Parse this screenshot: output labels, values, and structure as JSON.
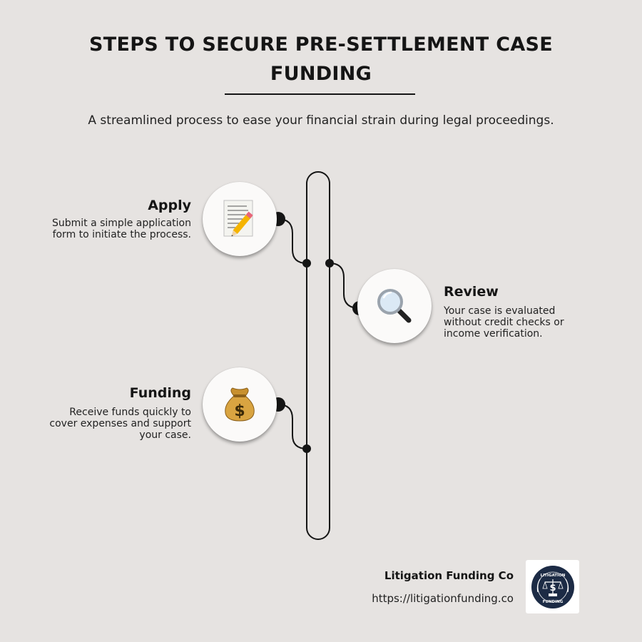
{
  "title": "STEPS TO SECURE PRE-SETTLEMENT CASE FUNDING",
  "subtitle": "A streamlined process to ease your financial strain during legal proceedings.",
  "steps": [
    {
      "title": "Apply",
      "description": "Submit a simple application form to initiate the process.",
      "icon": "memo-pencil-icon"
    },
    {
      "title": "Review",
      "description": "Your case is evaluated without credit checks or income verification.",
      "icon": "magnifying-glass-icon"
    },
    {
      "title": "Funding",
      "description": "Receive funds quickly to cover expenses and support your case.",
      "icon": "money-bag-icon"
    }
  ],
  "brand": {
    "name": "Litigation Funding Co",
    "url": "https://litigationfunding.co",
    "logo_text_top": "LITIGATION",
    "logo_text_bottom": "FUNDING",
    "logo_color": "#1c2b45"
  }
}
